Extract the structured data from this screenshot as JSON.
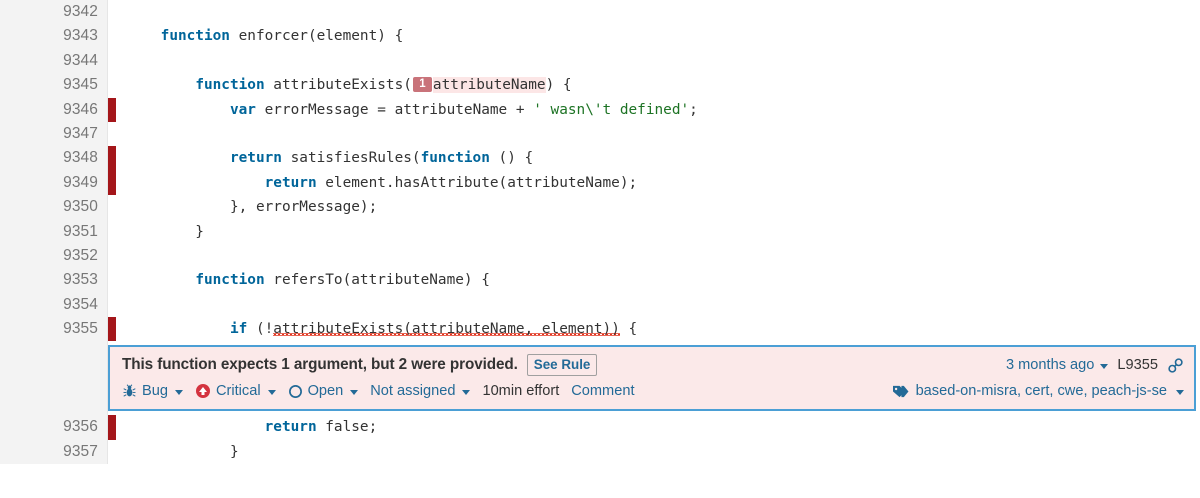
{
  "viewer": {
    "kind": "source-code-viewer",
    "language": "javascript",
    "colors": {
      "keyword": "#00659a",
      "string": "#1d7324",
      "gutter_marker": "#a4161a",
      "issue_border": "#4b9fd5",
      "issue_background": "#fbe9e9",
      "link": "#236a97",
      "severity_critical": "#d4333f",
      "flow_badge": "#c9737a",
      "location_highlight": "#fce6e6"
    }
  },
  "code_lines": [
    {
      "number": "9342",
      "marked": false,
      "tokens": []
    },
    {
      "number": "9343",
      "marked": false,
      "tokens": [
        {
          "t": "    ",
          "c": "pl"
        },
        {
          "t": "function",
          "c": "k"
        },
        {
          "t": " enforcer(element) {",
          "c": "pl"
        }
      ]
    },
    {
      "number": "9344",
      "marked": false,
      "tokens": []
    },
    {
      "number": "9345",
      "marked": false,
      "tokens": [
        {
          "t": "        ",
          "c": "pl"
        },
        {
          "t": "function",
          "c": "k"
        },
        {
          "t": " attributeExists(",
          "c": "pl"
        },
        {
          "t": "1",
          "c": "badge"
        },
        {
          "t": "attributeName",
          "c": "hl"
        },
        {
          "t": ") {",
          "c": "pl"
        }
      ]
    },
    {
      "number": "9346",
      "marked": true,
      "tokens": [
        {
          "t": "            ",
          "c": "pl"
        },
        {
          "t": "var",
          "c": "k"
        },
        {
          "t": " errorMessage = attributeName + ",
          "c": "pl"
        },
        {
          "t": "' wasn\\'t defined'",
          "c": "s"
        },
        {
          "t": ";",
          "c": "pl"
        }
      ]
    },
    {
      "number": "9347",
      "marked": false,
      "tokens": []
    },
    {
      "number": "9348",
      "marked": true,
      "tokens": [
        {
          "t": "            ",
          "c": "pl"
        },
        {
          "t": "return",
          "c": "k"
        },
        {
          "t": " satisfiesRules(",
          "c": "pl"
        },
        {
          "t": "function",
          "c": "k"
        },
        {
          "t": " () {",
          "c": "pl"
        }
      ]
    },
    {
      "number": "9349",
      "marked": true,
      "tokens": [
        {
          "t": "                ",
          "c": "pl"
        },
        {
          "t": "return",
          "c": "k"
        },
        {
          "t": " element.hasAttribute(attributeName);",
          "c": "pl"
        }
      ]
    },
    {
      "number": "9350",
      "marked": false,
      "tokens": [
        {
          "t": "            }, errorMessage);",
          "c": "pl"
        }
      ]
    },
    {
      "number": "9351",
      "marked": false,
      "tokens": [
        {
          "t": "        }",
          "c": "pl"
        }
      ]
    },
    {
      "number": "9352",
      "marked": false,
      "tokens": []
    },
    {
      "number": "9353",
      "marked": false,
      "tokens": [
        {
          "t": "        ",
          "c": "pl"
        },
        {
          "t": "function",
          "c": "k"
        },
        {
          "t": " refersTo(attributeName) {",
          "c": "pl"
        }
      ]
    },
    {
      "number": "9354",
      "marked": false,
      "tokens": []
    },
    {
      "number": "9355",
      "marked": true,
      "tokens": [
        {
          "t": "            ",
          "c": "pl"
        },
        {
          "t": "if",
          "c": "k"
        },
        {
          "t": " (!",
          "c": "pl"
        },
        {
          "t": "attributeExists(attributeName, element))",
          "c": "squiggle"
        },
        {
          "t": " {",
          "c": "pl"
        }
      ]
    }
  ],
  "code_lines_after": [
    {
      "number": "9356",
      "marked": true,
      "tokens": [
        {
          "t": "                ",
          "c": "pl"
        },
        {
          "t": "return",
          "c": "k"
        },
        {
          "t": " false;",
          "c": "pl"
        }
      ]
    },
    {
      "number": "9357",
      "marked": false,
      "tokens": [
        {
          "t": "            }",
          "c": "pl"
        }
      ]
    }
  ],
  "issue": {
    "line_number": "",
    "message": "This function expects 1 argument, but 2 were provided.",
    "see_rule_label": "See Rule",
    "created_at": "3 months ago",
    "line_ref": "L9355",
    "permalink_icon": "link-icon",
    "type": {
      "icon": "bug-icon",
      "label": "Bug"
    },
    "severity": {
      "icon": "severity-critical-icon",
      "label": "Critical"
    },
    "status": {
      "icon": "status-open-icon",
      "label": "Open"
    },
    "assignee": "Not assigned",
    "effort": "10min effort",
    "comment_label": "Comment",
    "tags": {
      "icon": "tags-icon",
      "label": "based-on-misra, cert, cwe, peach-js-se"
    }
  }
}
